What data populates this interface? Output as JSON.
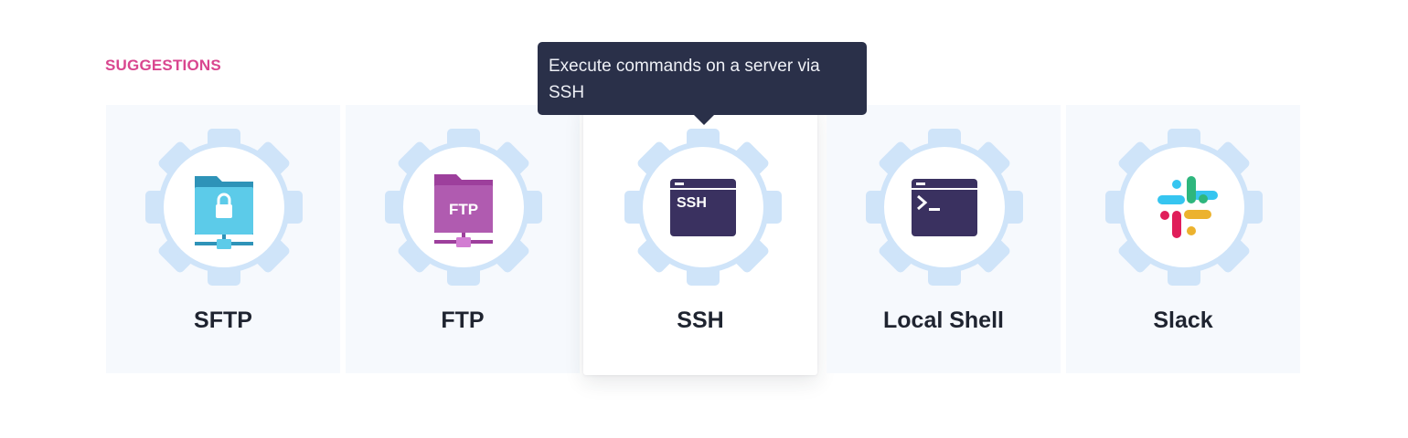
{
  "section": {
    "title": "SUGGESTIONS"
  },
  "tooltip": {
    "text": "Execute commands on a server via SSH"
  },
  "suggestions": [
    {
      "label": "SFTP",
      "icon": "sftp-folder-lock-icon"
    },
    {
      "label": "FTP",
      "icon": "ftp-folder-icon",
      "badge": "FTP"
    },
    {
      "label": "SSH",
      "icon": "ssh-terminal-icon",
      "badge": "SSH",
      "state": "hovered"
    },
    {
      "label": "Local Shell",
      "icon": "local-shell-terminal-icon"
    },
    {
      "label": "Slack",
      "icon": "slack-logo-icon"
    }
  ],
  "colors": {
    "accent": "#d9468f",
    "tile_background": "#f6f9fd",
    "gear": "#cfe4f9",
    "tooltip_background": "#2a3049",
    "terminal": "#3a3160",
    "sftp": "#2e93b8",
    "ftp": "#9d3f9c"
  }
}
